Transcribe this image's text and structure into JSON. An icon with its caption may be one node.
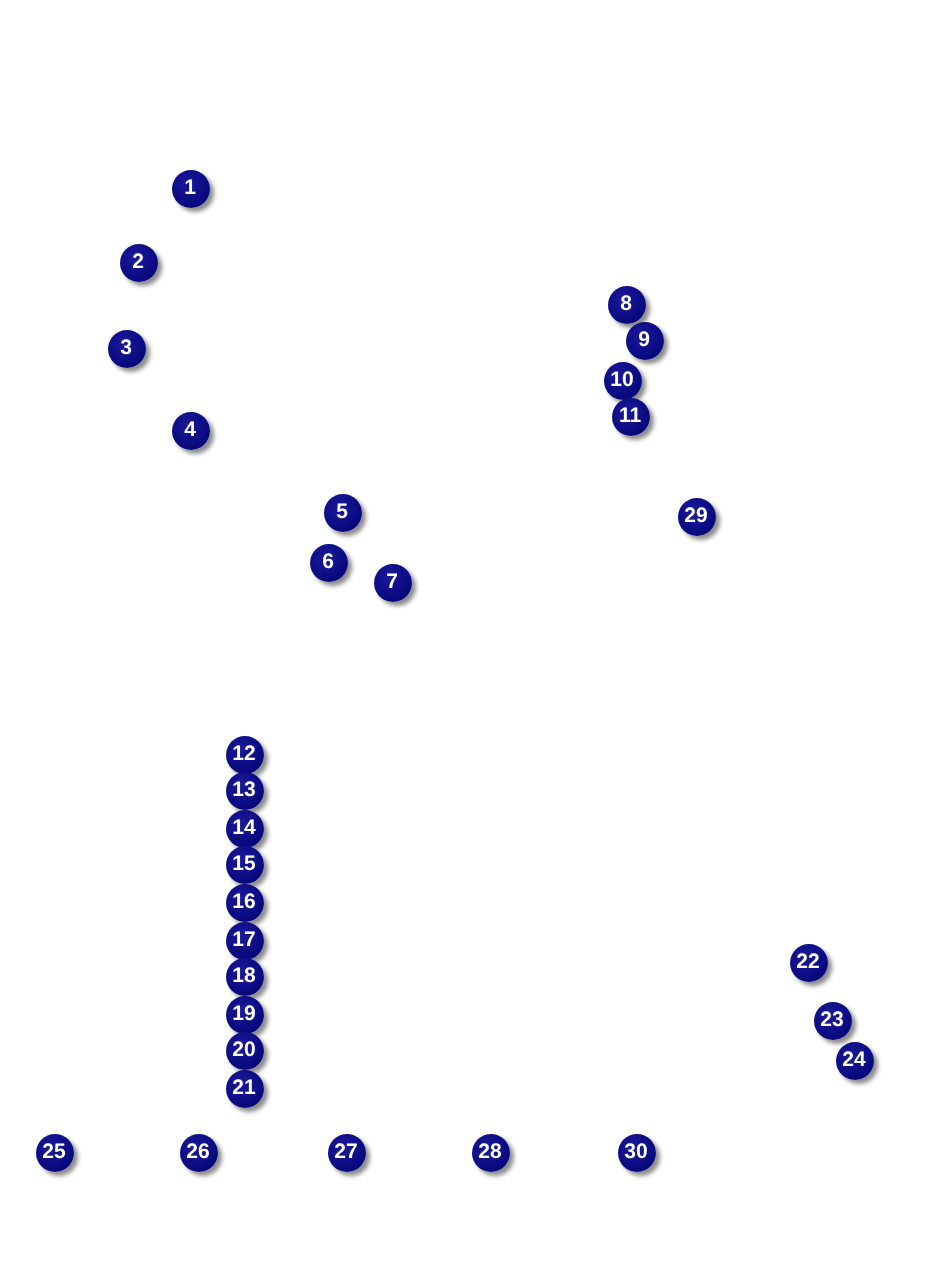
{
  "diagram": {
    "labels": [
      "1",
      "2",
      "3",
      "4",
      "5",
      "6",
      "7",
      "8",
      "9",
      "10",
      "11",
      "12",
      "13",
      "14",
      "15",
      "16",
      "17",
      "18",
      "19",
      "20",
      "21",
      "22",
      "23",
      "24",
      "25",
      "26",
      "27",
      "28",
      "29",
      "30"
    ]
  }
}
